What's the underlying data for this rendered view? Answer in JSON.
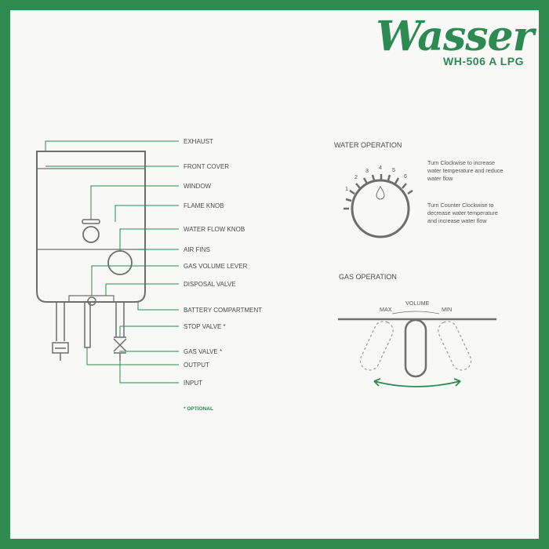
{
  "brand": {
    "name": "Wasser",
    "model": "WH-506 A LPG"
  },
  "colors": {
    "frame": "#2e8a4f",
    "leader": "#2c8a52",
    "outline": "#6e6e6e"
  },
  "labels": [
    "EXHAUST",
    "FRONT COVER",
    "WINDOW",
    "FLAME KNOB",
    "WATER FLOW KNOB",
    "AIR FINS",
    "GAS VOLUME LEVER",
    "DISPOSAL VALVE",
    "BATTERY COMPARTMENT",
    "STOP VALVE *",
    "GAS VALVE *",
    "OUTPUT",
    "INPUT"
  ],
  "optional_note": "* OPTIONAL",
  "water_operation": {
    "title": "WATER OPERATION",
    "scale": [
      "1",
      "2",
      "3",
      "4",
      "5",
      "6"
    ],
    "clockwise": [
      "Turn Clockwise to increase",
      "water temperature and reduce",
      "water flow"
    ],
    "counter": [
      "Turn Counter Clockwise to",
      "decrease water temperature",
      "and increase water flow"
    ]
  },
  "gas_operation": {
    "title": "GAS OPERATION",
    "volume": "VOLUME",
    "max": "MAX",
    "min": "MIN"
  }
}
